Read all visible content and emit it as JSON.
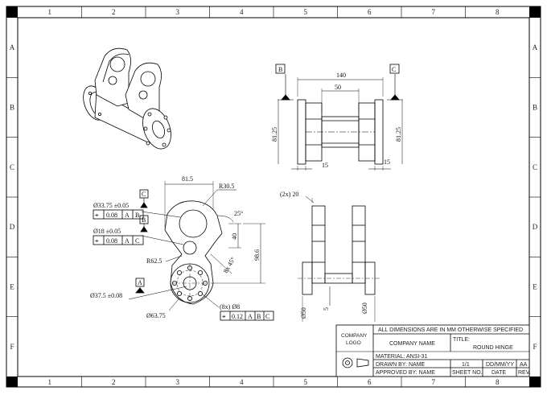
{
  "zones": {
    "cols": [
      "1",
      "2",
      "3",
      "4",
      "5",
      "6",
      "7",
      "8"
    ],
    "rows": [
      "A",
      "B",
      "C",
      "D",
      "E",
      "F"
    ]
  },
  "front_view": {
    "datum_b": "B",
    "datum_c": "C",
    "dim_overall": "140",
    "dim_center": "50",
    "dim_left_height": "81.25",
    "dim_right_height": "81.25",
    "dim_bottom_left": "15",
    "dim_bottom_right": "15"
  },
  "side_view": {
    "dim_width": "81.5",
    "dim_radius_top": "R30.5",
    "dim_angle": "25°",
    "dim_40": "40",
    "dim_98_6": "98.6",
    "dim_8x45": "8x 45°",
    "dim_r62_5": "R62.5",
    "dim_d63_75": "Ø63.75",
    "hole_large": "Ø33.75 ±0.05",
    "hole_large_fcf": [
      "⌖",
      "0.08",
      "A",
      "B"
    ],
    "datum_c": "C",
    "datum_b": "B",
    "hole_small": "Ø18 ±0.05",
    "hole_small_fcf": [
      "⌖",
      "0.08",
      "A",
      "C"
    ],
    "datum_a": "A",
    "flange_dia": "Ø37.5 ±0.08",
    "bolt_holes": "(8x) Ø8",
    "bolt_holes_fcf": [
      "⌖",
      "0.12",
      "A",
      "B",
      "C"
    ]
  },
  "top_view": {
    "dim_2x20": "(2x) 20",
    "dim_5": "5",
    "dim_d50_left": "Ø50",
    "dim_d50_right": "Ø50"
  },
  "title_block": {
    "company_logo": "COMPANY LOGO",
    "note": "ALL DIMENSIONS ARE IN MM OTHERWISE SPECIFIED",
    "company_name": "COMPANY NAME",
    "title_label": "TITLE:",
    "title_value": "ROUND HINGE",
    "material": "MATERIAL: ANSI-31",
    "drawn_by": "DRAWN BY: NAME",
    "approved_by": "APPROVED BY: NAME",
    "scale": "1/1",
    "date": "DD/MM/YY",
    "rev": "AA",
    "sheet_no_label": "SHEET NO.",
    "date_label": "DATE",
    "rev_label": "REV."
  }
}
